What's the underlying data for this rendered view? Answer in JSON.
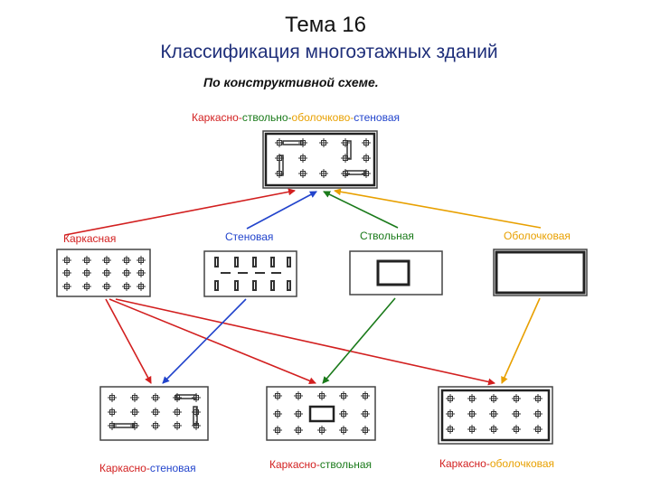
{
  "header": {
    "title": "Тема 16",
    "subtitle": "Классификация многоэтажных зданий",
    "scheme": "По конструктивной схеме."
  },
  "top": {
    "label_parts": [
      {
        "text": "Каркасно-",
        "color": "#d21f1f"
      },
      {
        "text": "ствольно-",
        "color": "#1a7a1a"
      },
      {
        "text": "оболочково-",
        "color": "#e8a000"
      },
      {
        "text": "стеновая",
        "color": "#2244cc"
      }
    ]
  },
  "middle": {
    "frame": "Каркасная",
    "wall": "Стеновая",
    "core": "Ствольная",
    "shell": "Оболочковая"
  },
  "bottom": {
    "frame_wall_parts": [
      {
        "text": "Каркасно-",
        "color": "#d21f1f"
      },
      {
        "text": "стеновая",
        "color": "#2244cc"
      }
    ],
    "frame_core_parts": [
      {
        "text": "Каркасно-",
        "color": "#d21f1f"
      },
      {
        "text": "ствольная",
        "color": "#1a7a1a"
      }
    ],
    "frame_shell_parts": [
      {
        "text": "Каркасно-",
        "color": "#d21f1f"
      },
      {
        "text": "оболочковая",
        "color": "#e8a000"
      }
    ]
  },
  "colors": {
    "frame": "#d21f1f",
    "wall": "#2244cc",
    "core": "#1a7a1a",
    "shell": "#e8a000"
  }
}
